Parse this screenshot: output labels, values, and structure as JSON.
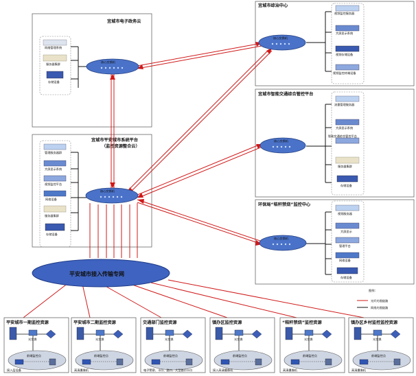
{
  "panels": {
    "egov": {
      "title": "宜城市电子政务云",
      "left_devices": [
        "网络管理系统",
        "服务器集群",
        "存储设备"
      ]
    },
    "zonghe": {
      "title": "宜城市综治中心",
      "right_devices": [
        "视频监控服务器",
        "大屏显示系统",
        "视频存储设备",
        "视频监控终端设备"
      ]
    },
    "traffic": {
      "title": "宜城市智能交通综合管控平台",
      "right_devices": [
        "流量管理服务器",
        "大屏显示系统",
        "智能交通综合管控平台",
        "服务器集群",
        "存储设备"
      ]
    },
    "main": {
      "title_line1": "宜城市平安城市系统平台",
      "title_line2": "（监控资源整合云）",
      "left_devices": [
        "管理服务器群",
        "大屏显示系统",
        "视频监控平台",
        "网络设备",
        "服务器集群",
        "存储设备"
      ]
    },
    "env": {
      "title": "环保局“秸秆禁烧”监控中心",
      "right_devices": [
        "视频服务器",
        "大屏显示",
        "管理平台",
        "网络设备",
        "存储设备"
      ]
    }
  },
  "core_switch_label": "核心交换机",
  "network_label": "平安城市接入传输专网",
  "legend": {
    "title": "图例：",
    "items": [
      {
        "label": "光纤光缆链路",
        "color": "#d01818"
      },
      {
        "label": "网线光缆链路",
        "color": "#111111"
      }
    ]
  },
  "bottom_panels": [
    {
      "title": "平安城市一期监控资源",
      "ellipse_label": "前端监控点",
      "sub_label": "接入层设备",
      "switch_label": "光交换"
    },
    {
      "title": "平安城市二期监控资源",
      "ellipse_label": "前端监控点",
      "sub_label": "高清摄像机",
      "switch_label": "光交换"
    },
    {
      "title": "交通部门监控资源",
      "ellipse_label": "前端监控点",
      "sub_label": "电子警察、卡口、路口、大型路口卡口",
      "switch_label": "光交换"
    },
    {
      "title": "镇办区监控资源",
      "ellipse_label": "前端监控点",
      "sub_label": "接入高清摄像机",
      "switch_label": "光交换"
    },
    {
      "title": "“秸秆禁烧”监控资源",
      "ellipse_label": "前端监控点",
      "sub_label": "高清摄像机",
      "switch_label": "光交换"
    },
    {
      "title": "镇办区乡村监控监控资源",
      "ellipse_label": "前端监控点",
      "sub_label": "高清摄像机",
      "switch_label": "光交换"
    }
  ]
}
